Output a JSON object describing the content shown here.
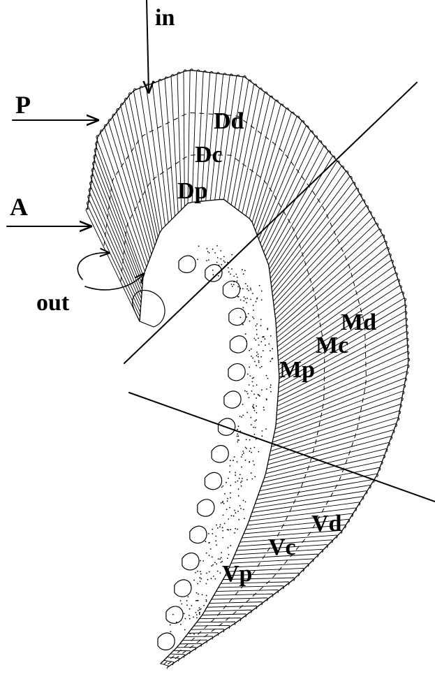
{
  "labels": {
    "in": "in",
    "P": "P",
    "A": "A",
    "out": "out",
    "Dd": "Dd",
    "Dc": "Dc",
    "Dp": "Dp",
    "Md": "Md",
    "Mc": "Mc",
    "Mp": "Mp",
    "Vd": "Vd",
    "Vc": "Vc",
    "Vp": "Vp"
  },
  "colors": {
    "ink": "#000000",
    "background": "#ffffff"
  }
}
